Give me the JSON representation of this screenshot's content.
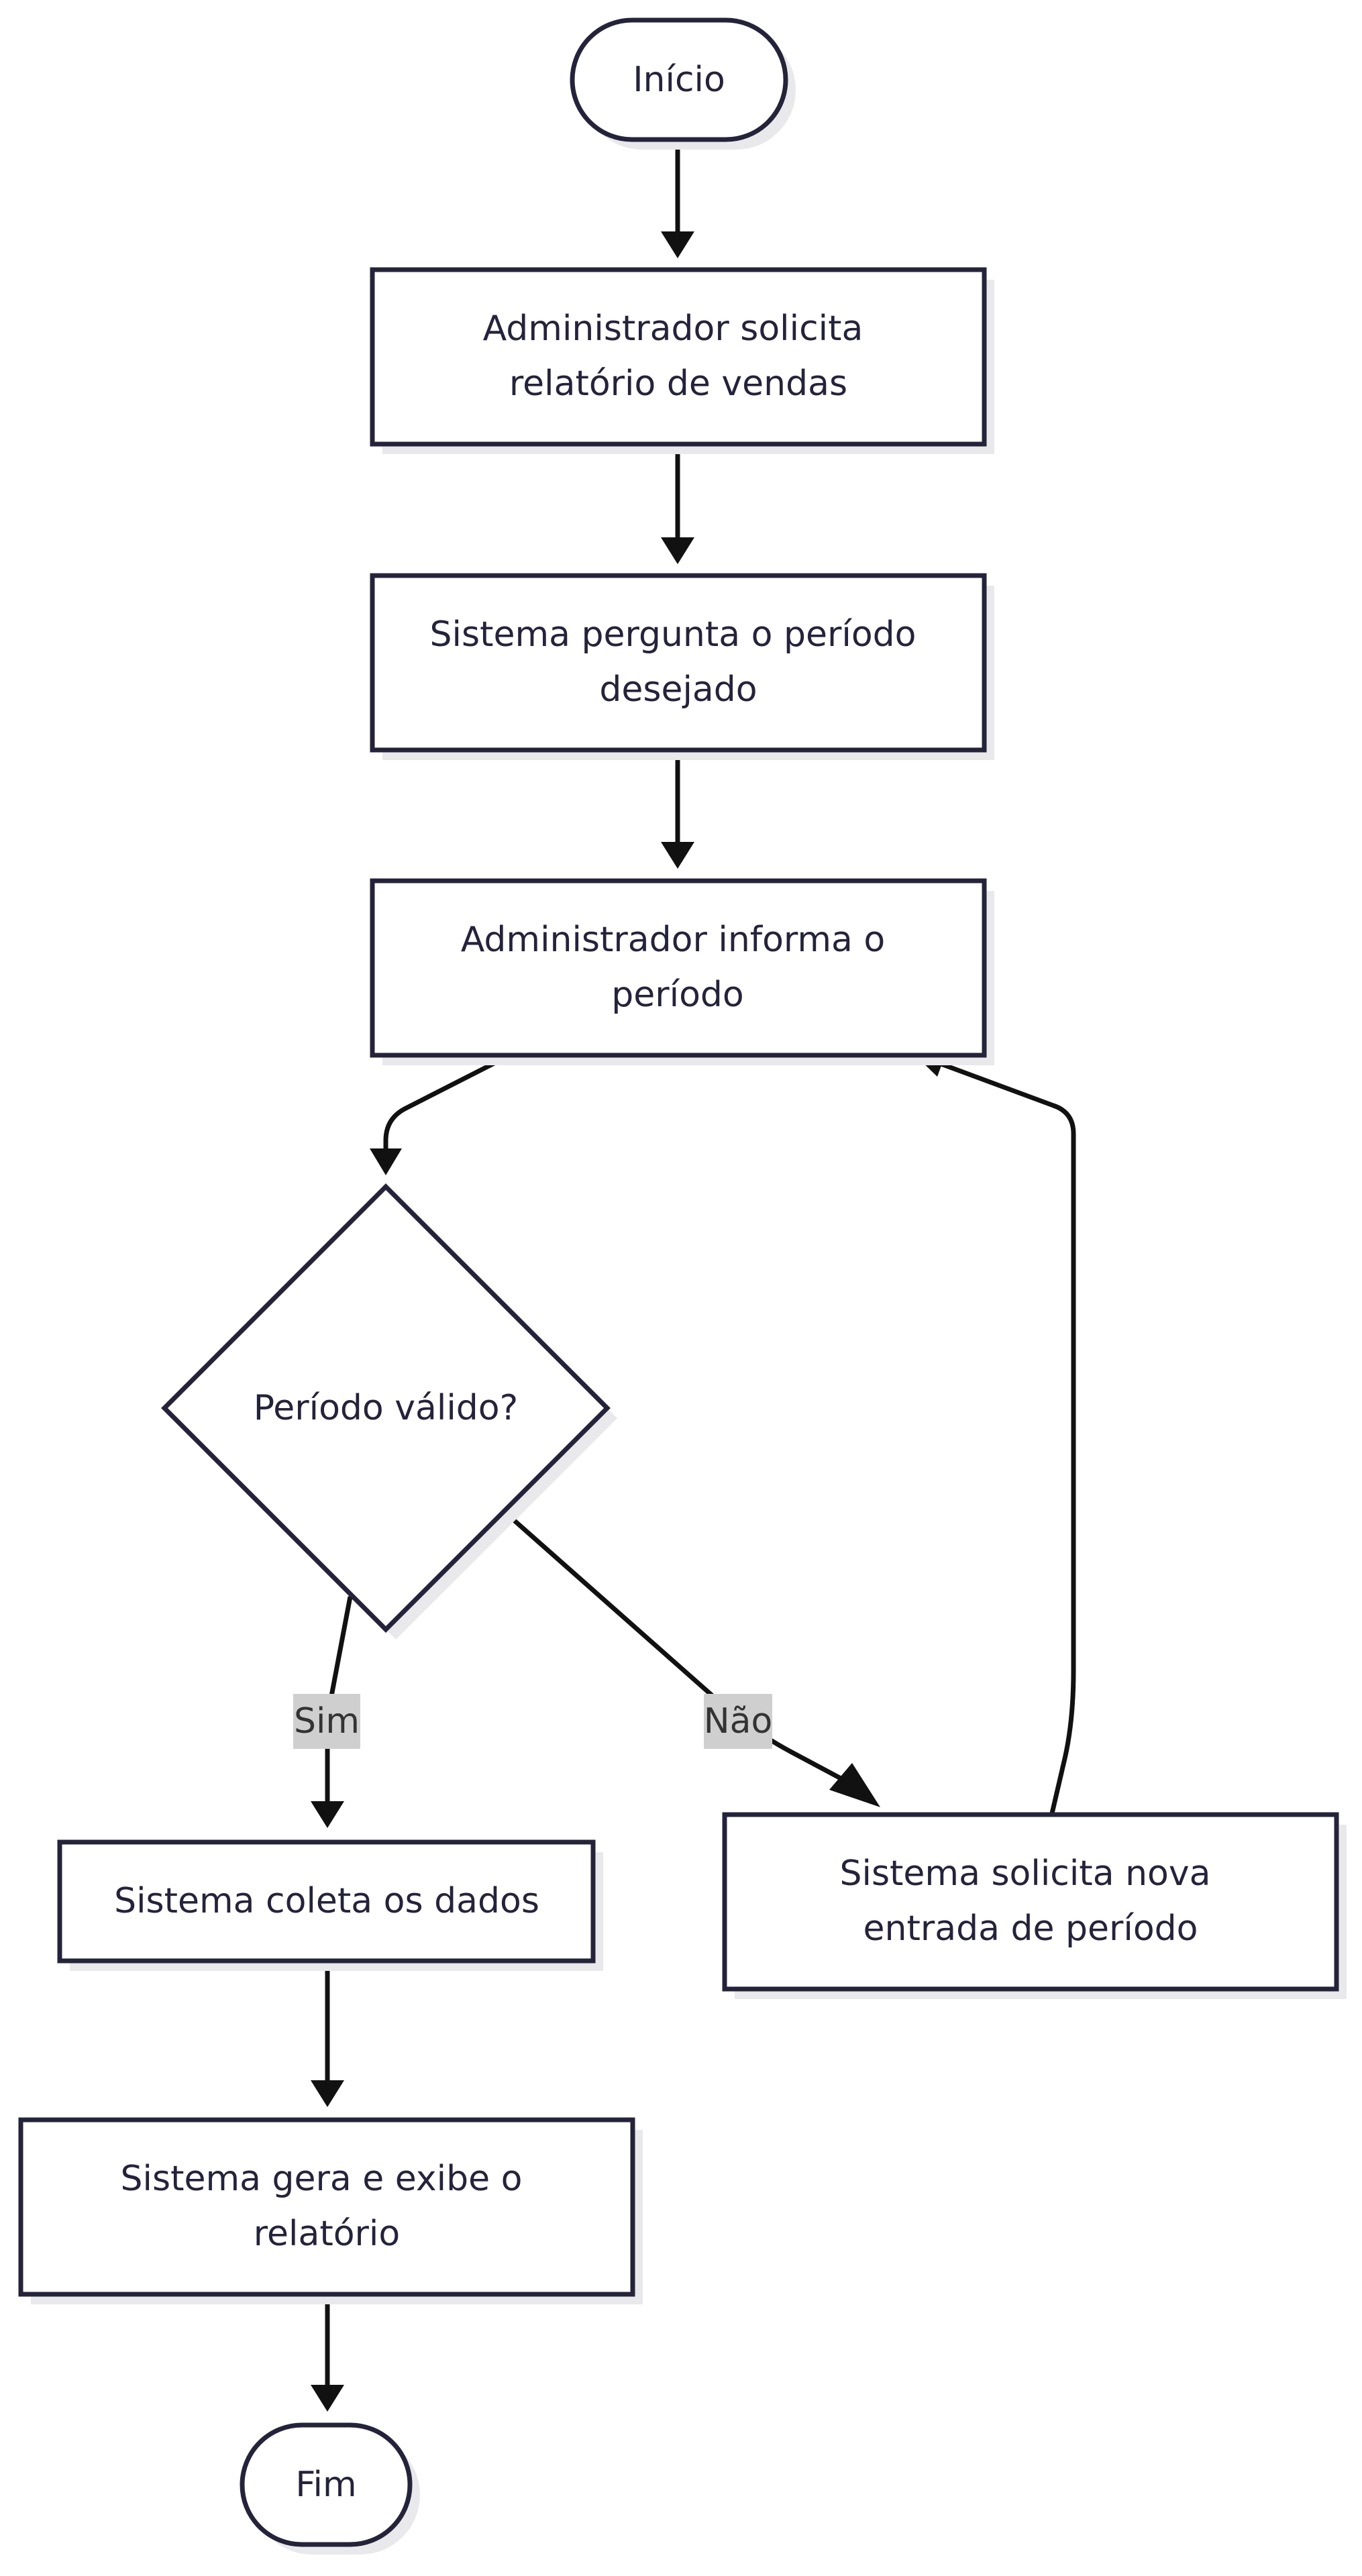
{
  "diagram": {
    "nodes": {
      "inicio": {
        "lines": [
          "Início"
        ]
      },
      "solicita": {
        "lines": [
          "Administrador solicita",
          "relatório de vendas"
        ]
      },
      "pergunta": {
        "lines": [
          "Sistema pergunta o período",
          "desejado"
        ]
      },
      "informa": {
        "lines": [
          "Administrador informa o",
          "período"
        ]
      },
      "decisao": {
        "lines": [
          "Período válido?"
        ]
      },
      "coleta": {
        "lines": [
          "Sistema coleta os dados"
        ]
      },
      "nova_entrada": {
        "lines": [
          "Sistema solicita nova",
          "entrada de período"
        ]
      },
      "gera": {
        "lines": [
          "Sistema gera e exibe o",
          "relatório"
        ]
      },
      "fim": {
        "lines": [
          "Fim"
        ]
      }
    },
    "edges": {
      "sim_label": "Sim",
      "nao_label": "Não"
    },
    "colors": {
      "node_stroke": "#25233a",
      "edge": "#111111",
      "label_bg": "#cfcfcf"
    }
  }
}
